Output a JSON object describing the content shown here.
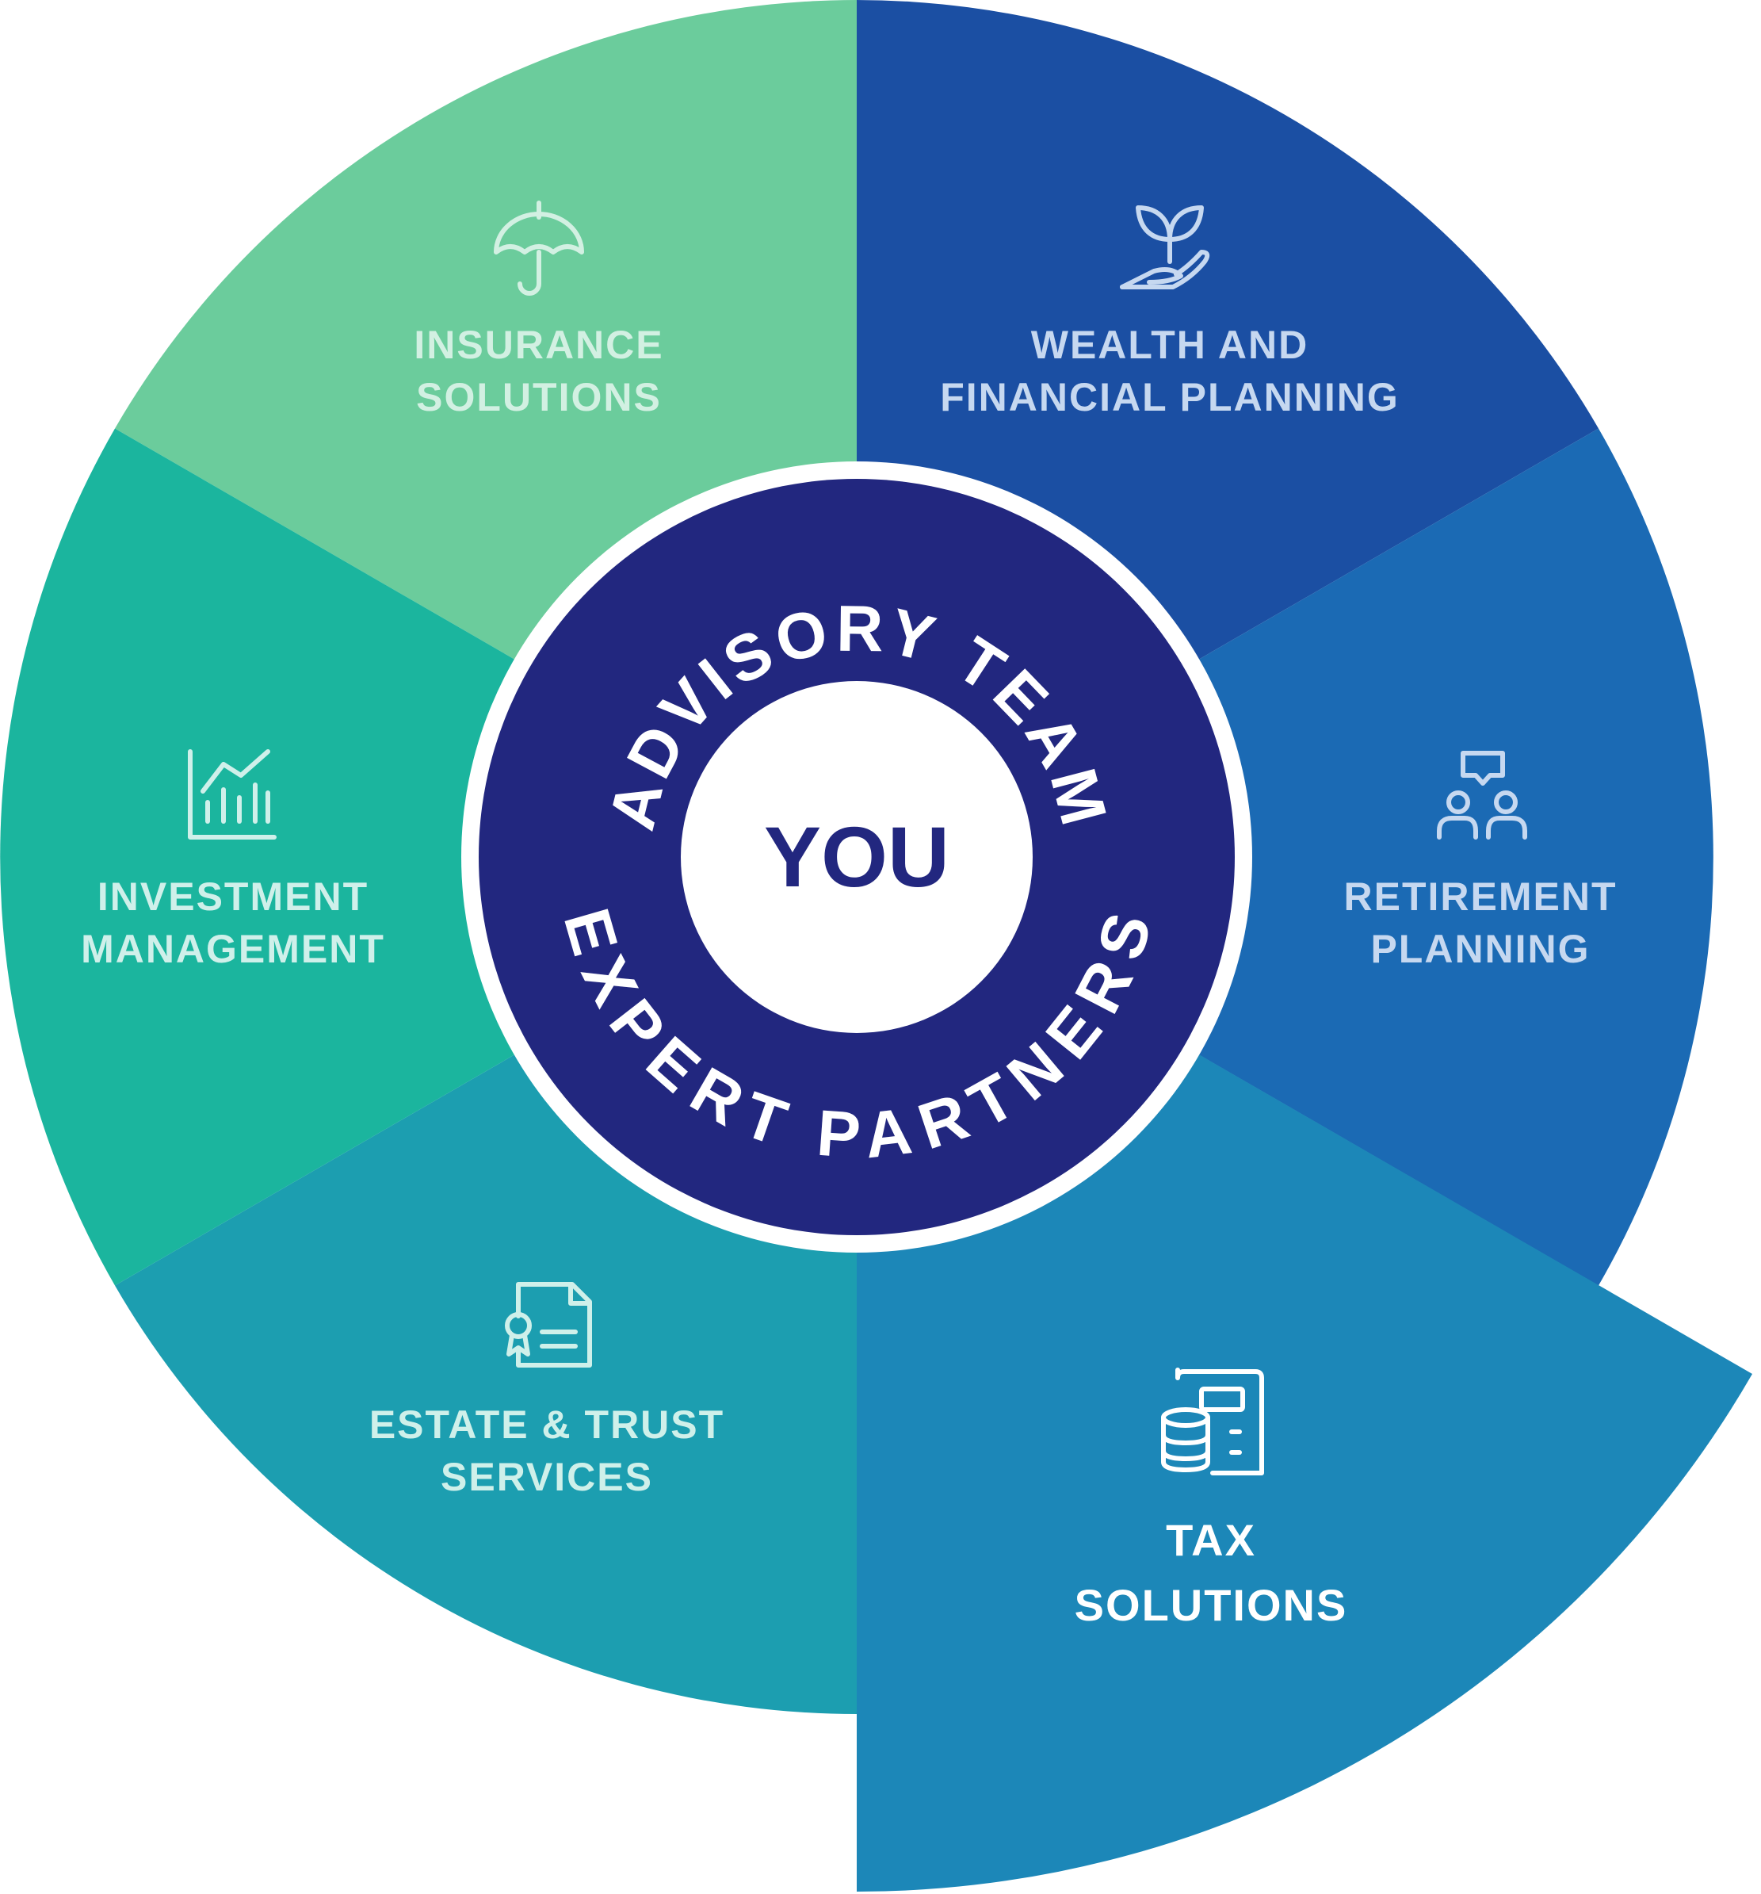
{
  "colors": {
    "insurance": "#6BCC9C",
    "wealth": "#1B4FA3",
    "retirement": "#1B6AB4",
    "tax": "#1C87B8",
    "estate": "#1C9EB0",
    "investment": "#1BB59E",
    "core": "#22277F",
    "white": "#FFFFFF",
    "label_light": "#D2F0E2",
    "label_teal": "#CFF0EA",
    "label_blue": "#C6D8F0"
  },
  "segments": [
    {
      "id": "insurance",
      "icon": "umbrella-icon",
      "line1": "INSURANCE",
      "line2": "SOLUTIONS"
    },
    {
      "id": "wealth",
      "icon": "plant-in-hand-icon",
      "line1": "WEALTH AND",
      "line2": "FINANCIAL PLANNING"
    },
    {
      "id": "retirement",
      "icon": "people-discussion-icon",
      "line1": "RETIREMENT",
      "line2": "PLANNING"
    },
    {
      "id": "tax",
      "icon": "document-coins-icon",
      "line1": "TAX",
      "line2": "SOLUTIONS"
    },
    {
      "id": "estate",
      "icon": "certificate-document-icon",
      "line1": "ESTATE & TRUST",
      "line2": "SERVICES"
    },
    {
      "id": "investment",
      "icon": "bar-chart-trend-icon",
      "line1": "INVESTMENT",
      "line2": "MANAGEMENT"
    }
  ],
  "center": {
    "top_arc": "ADVISORY TEAM",
    "bottom_arc": "EXPERT PARTNERS",
    "core": "YOU"
  }
}
